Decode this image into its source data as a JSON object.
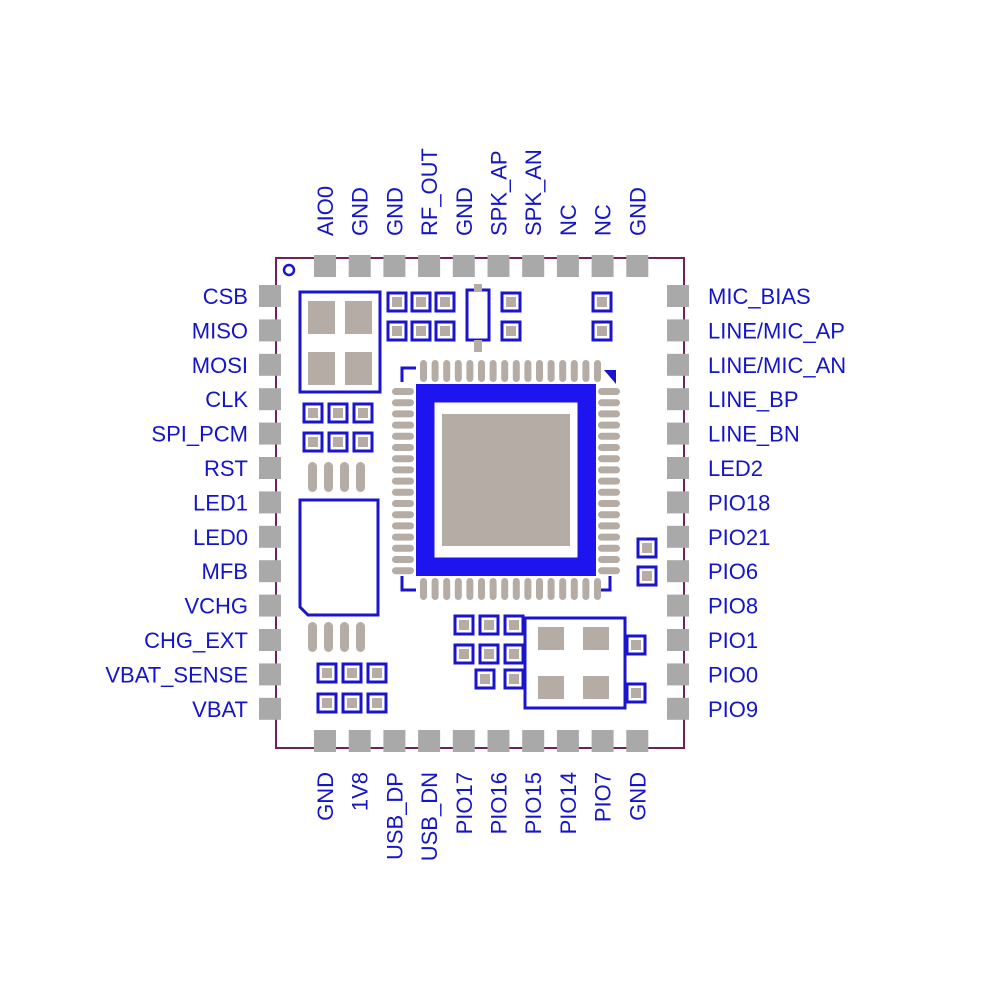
{
  "colors": {
    "label": "#1414c8",
    "outline": "#1a14cc",
    "board_edge": "#70205a",
    "pad": "#a9a9a9",
    "component_pad": "#b6aca6",
    "chip_border": "#1e14f0",
    "chip_core": "#b6aca6"
  },
  "pins": {
    "left": [
      "CSB",
      "MISO",
      "MOSI",
      "CLK",
      "SPI_PCM",
      "RST",
      "LED1",
      "LED0",
      "MFB",
      "VCHG",
      "CHG_EXT",
      "VBAT_SENSE",
      "VBAT"
    ],
    "right": [
      "MIC_BIAS",
      "LINE/MIC_AP",
      "LINE/MIC_AN",
      "LINE_BP",
      "LINE_BN",
      "LED2",
      "PIO18",
      "PIO21",
      "PIO6",
      "PIO8",
      "PIO1",
      "PIO0",
      "PIO9"
    ],
    "top": [
      "AIO0",
      "GND",
      "GND",
      "RF_OUT",
      "GND",
      "SPK_AP",
      "SPK_AN",
      "NC",
      "NC",
      "GND"
    ],
    "bottom": [
      "GND",
      "1V8",
      "USB_DP",
      "USB_DN",
      "PIO17",
      "PIO16",
      "PIO15",
      "PIO14",
      "PIO7",
      "GND"
    ]
  },
  "icons": {
    "pin1_marker": "pin-one-marker-icon"
  }
}
